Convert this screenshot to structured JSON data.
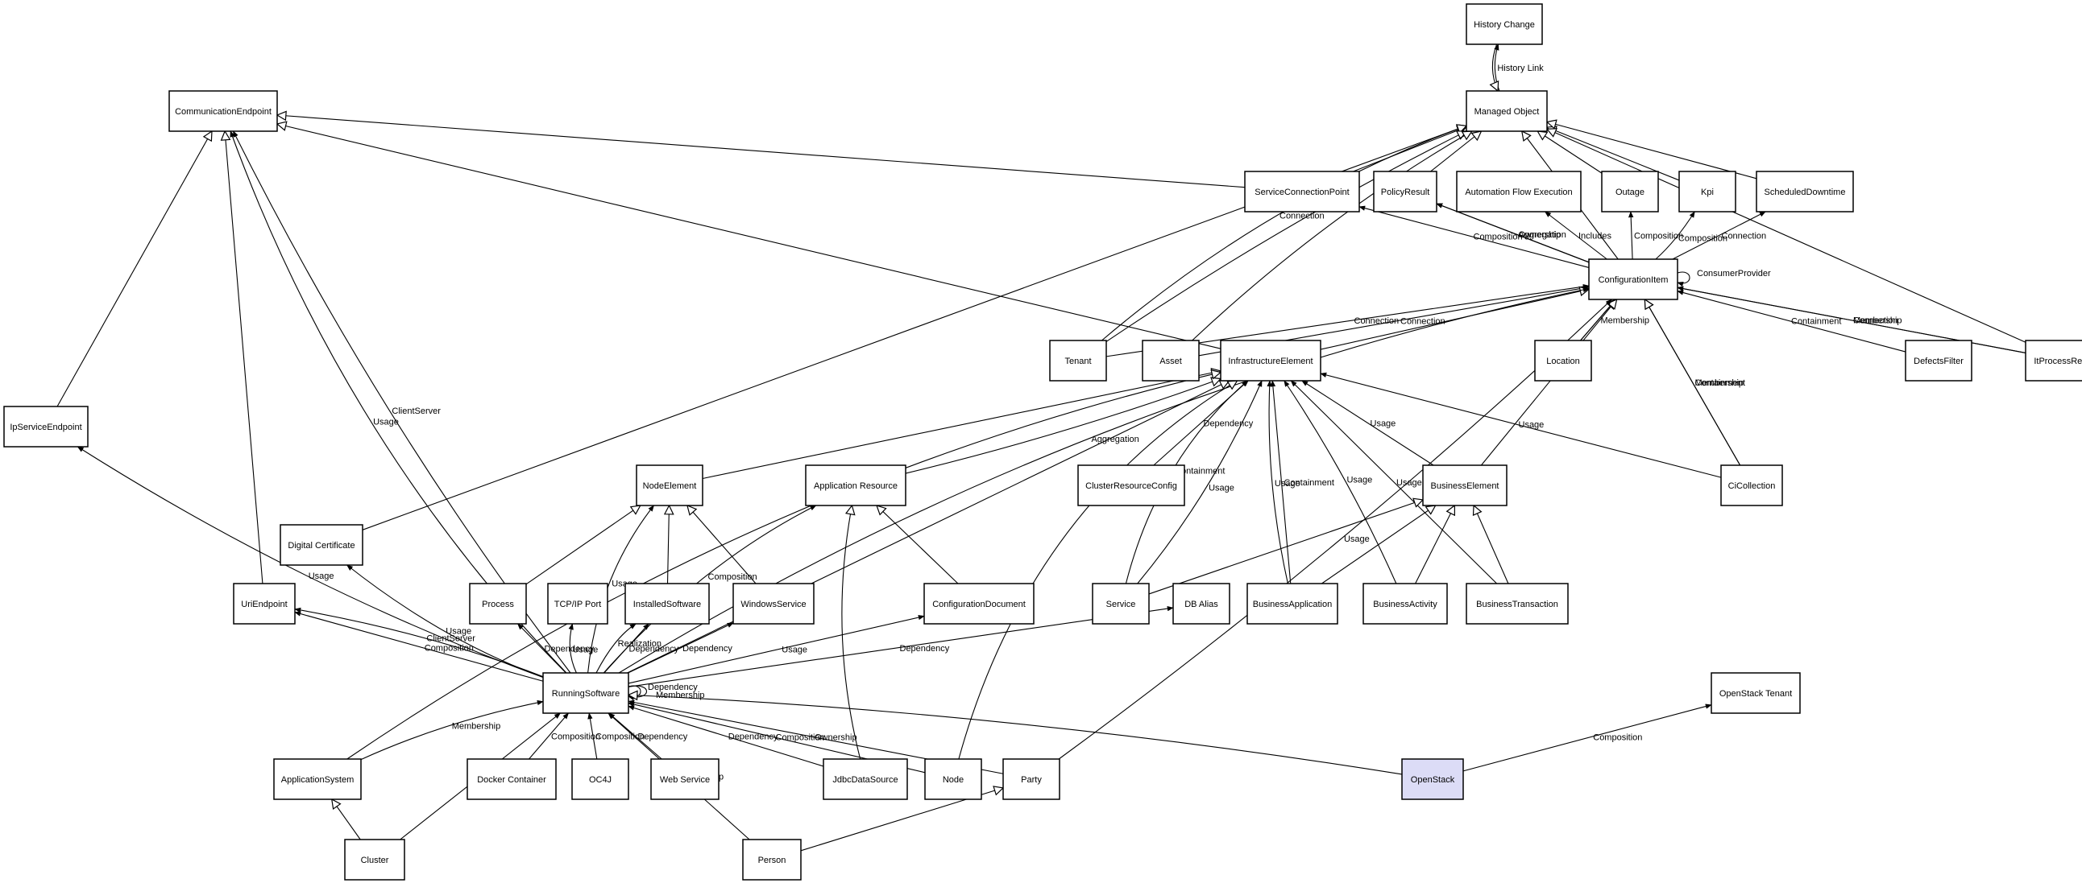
{
  "nodes": [
    {
      "id": "history_change",
      "label": "History Change"
    },
    {
      "id": "managed_object",
      "label": "Managed Object"
    },
    {
      "id": "communication_endpoint",
      "label": "CommunicationEndpoint"
    },
    {
      "id": "service_connection_point",
      "label": "ServiceConnectionPoint"
    },
    {
      "id": "policy_result",
      "label": "PolicyResult"
    },
    {
      "id": "automation_flow_execution",
      "label": "Automation Flow Execution"
    },
    {
      "id": "outage",
      "label": "Outage"
    },
    {
      "id": "kpi",
      "label": "Kpi"
    },
    {
      "id": "scheduled_downtime",
      "label": "ScheduledDowntime"
    },
    {
      "id": "configuration_item",
      "label": "ConfigurationItem"
    },
    {
      "id": "tenant",
      "label": "Tenant"
    },
    {
      "id": "asset",
      "label": "Asset"
    },
    {
      "id": "infrastructure_element",
      "label": "InfrastructureElement"
    },
    {
      "id": "location",
      "label": "Location"
    },
    {
      "id": "defects_filter",
      "label": "DefectsFilter"
    },
    {
      "id": "it_process_record",
      "label": "ItProcessRecord"
    },
    {
      "id": "ip_service_endpoint",
      "label": "IpServiceEndpoint"
    },
    {
      "id": "node_element",
      "label": "NodeElement"
    },
    {
      "id": "application_resource",
      "label": "Application Resource"
    },
    {
      "id": "cluster_resource_config",
      "label": "ClusterResourceConfig"
    },
    {
      "id": "business_element",
      "label": "BusinessElement"
    },
    {
      "id": "ci_collection",
      "label": "CiCollection"
    },
    {
      "id": "digital_certificate",
      "label": "Digital Certificate"
    },
    {
      "id": "uri_endpoint",
      "label": "UriEndpoint"
    },
    {
      "id": "process",
      "label": "Process"
    },
    {
      "id": "tcp_ip_port",
      "label": "TCP/IP Port"
    },
    {
      "id": "installed_software",
      "label": "InstalledSoftware"
    },
    {
      "id": "windows_service",
      "label": "WindowsService"
    },
    {
      "id": "configuration_document",
      "label": "ConfigurationDocument"
    },
    {
      "id": "service",
      "label": "Service"
    },
    {
      "id": "db_alias",
      "label": "DB Alias"
    },
    {
      "id": "business_application",
      "label": "BusinessApplication"
    },
    {
      "id": "business_activity",
      "label": "BusinessActivity"
    },
    {
      "id": "business_transaction",
      "label": "BusinessTransaction"
    },
    {
      "id": "running_software",
      "label": "RunningSoftware"
    },
    {
      "id": "openstack_tenant",
      "label": "OpenStack Tenant"
    },
    {
      "id": "application_system",
      "label": "ApplicationSystem"
    },
    {
      "id": "docker_container",
      "label": "Docker Container"
    },
    {
      "id": "oc4j",
      "label": "OC4J"
    },
    {
      "id": "web_service",
      "label": "Web Service"
    },
    {
      "id": "jdbc_data_source",
      "label": "JdbcDataSource"
    },
    {
      "id": "node",
      "label": "Node"
    },
    {
      "id": "party",
      "label": "Party"
    },
    {
      "id": "openstack",
      "label": "OpenStack",
      "highlight": true
    },
    {
      "id": "cluster",
      "label": "Cluster"
    },
    {
      "id": "person",
      "label": "Person"
    }
  ],
  "edges": [
    {
      "from": "managed_object",
      "to": "history_change",
      "label": "History Link"
    },
    {
      "from": "history_change",
      "to": "managed_object"
    },
    {
      "from": "service_connection_point",
      "to": "communication_endpoint"
    },
    {
      "from": "infrastructure_element",
      "to": "communication_endpoint"
    },
    {
      "from": "ip_service_endpoint",
      "to": "communication_endpoint"
    },
    {
      "from": "uri_endpoint",
      "to": "communication_endpoint"
    },
    {
      "from": "running_software",
      "to": "communication_endpoint",
      "label": "Usage"
    },
    {
      "from": "running_software",
      "to": "communication_endpoint",
      "label": "ClientServer"
    },
    {
      "from": "digital_certificate",
      "to": "managed_object"
    },
    {
      "from": "service_connection_point",
      "to": "managed_object"
    },
    {
      "from": "policy_result",
      "to": "managed_object"
    },
    {
      "from": "outage",
      "to": "managed_object"
    },
    {
      "from": "kpi",
      "to": "managed_object"
    },
    {
      "from": "scheduled_downtime",
      "to": "managed_object"
    },
    {
      "from": "configuration_item",
      "to": "managed_object"
    },
    {
      "from": "tenant",
      "to": "managed_object",
      "label": "Connection"
    },
    {
      "from": "tenant",
      "to": "managed_object"
    },
    {
      "from": "asset",
      "to": "managed_object"
    },
    {
      "from": "it_process_record",
      "to": "managed_object"
    },
    {
      "from": "configuration_item",
      "to": "service_connection_point",
      "label": "Composition"
    },
    {
      "from": "configuration_item",
      "to": "policy_result",
      "label": "Ownership"
    },
    {
      "from": "configuration_item",
      "to": "policy_result",
      "label": "Aggregation"
    },
    {
      "from": "configuration_item",
      "to": "automation_flow_execution",
      "label": "Includes"
    },
    {
      "from": "configuration_item",
      "to": "outage",
      "label": "Composition"
    },
    {
      "from": "configuration_item",
      "to": "kpi",
      "label": "Composition"
    },
    {
      "from": "configuration_item",
      "to": "scheduled_downtime",
      "label": "Connection"
    },
    {
      "from": "configuration_item",
      "to": "configuration_item",
      "label": "ConsumerProvider"
    },
    {
      "from": "tenant",
      "to": "configuration_item",
      "label": "Connection"
    },
    {
      "from": "asset",
      "to": "configuration_item",
      "label": "Connection"
    },
    {
      "from": "infrastructure_element",
      "to": "configuration_item"
    },
    {
      "from": "location",
      "to": "configuration_item",
      "label": "Membership"
    },
    {
      "from": "location",
      "to": "configuration_item"
    },
    {
      "from": "defects_filter",
      "to": "configuration_item",
      "label": "Containment"
    },
    {
      "from": "it_process_record",
      "to": "configuration_item",
      "label": "Connection"
    },
    {
      "from": "it_process_record",
      "to": "configuration_item",
      "label": "Membership"
    },
    {
      "from": "ci_collection",
      "to": "configuration_item",
      "label": "Containment"
    },
    {
      "from": "ci_collection",
      "to": "configuration_item",
      "label": "Membership"
    },
    {
      "from": "business_element",
      "to": "configuration_item"
    },
    {
      "from": "running_software",
      "to": "configuration_item",
      "label": "Aggregation"
    },
    {
      "from": "party",
      "to": "configuration_item",
      "label": "Usage"
    },
    {
      "from": "running_software",
      "to": "infrastructure_element"
    },
    {
      "from": "node_element",
      "to": "infrastructure_element"
    },
    {
      "from": "application_resource",
      "to": "infrastructure_element"
    },
    {
      "from": "service",
      "to": "infrastructure_element",
      "label": "Containment"
    },
    {
      "from": "service",
      "to": "infrastructure_element",
      "label": "Usage"
    },
    {
      "from": "cluster_resource_config",
      "to": "infrastructure_element",
      "label": "Dependency"
    },
    {
      "from": "business_application",
      "to": "infrastructure_element",
      "label": "Containment"
    },
    {
      "from": "business_application",
      "to": "infrastructure_element",
      "label": "Usage"
    },
    {
      "from": "business_activity",
      "to": "infrastructure_element",
      "label": "Usage"
    },
    {
      "from": "business_element",
      "to": "infrastructure_element",
      "label": "Usage"
    },
    {
      "from": "business_transaction",
      "to": "infrastructure_element",
      "label": "Usage"
    },
    {
      "from": "ci_collection",
      "to": "infrastructure_element",
      "label": "Usage"
    },
    {
      "from": "application_system",
      "to": "infrastructure_element"
    },
    {
      "from": "node",
      "to": "infrastructure_element"
    },
    {
      "from": "service",
      "to": "business_element"
    },
    {
      "from": "business_application",
      "to": "business_element"
    },
    {
      "from": "business_activity",
      "to": "business_element"
    },
    {
      "from": "business_transaction",
      "to": "business_element"
    },
    {
      "from": "process",
      "to": "node_element"
    },
    {
      "from": "installed_software",
      "to": "node_element"
    },
    {
      "from": "windows_service",
      "to": "node_element"
    },
    {
      "from": "running_software",
      "to": "node_element",
      "label": "Usage"
    },
    {
      "from": "configuration_document",
      "to": "application_resource"
    },
    {
      "from": "running_software",
      "to": "application_resource",
      "label": "Composition"
    },
    {
      "from": "jdbc_data_source",
      "to": "application_resource"
    },
    {
      "from": "running_software",
      "to": "ip_service_endpoint",
      "label": "Usage"
    },
    {
      "from": "running_software",
      "to": "digital_certificate",
      "label": "Usage"
    },
    {
      "from": "running_software",
      "to": "uri_endpoint",
      "label": "Composition"
    },
    {
      "from": "running_software",
      "to": "uri_endpoint",
      "label": "ClientServer"
    },
    {
      "from": "running_software",
      "to": "process",
      "label": "Dependency"
    },
    {
      "from": "running_software",
      "to": "tcp_ip_port",
      "label": "Usage"
    },
    {
      "from": "running_software",
      "to": "installed_software",
      "label": "Dependency"
    },
    {
      "from": "running_software",
      "to": "installed_software",
      "label": "Realization"
    },
    {
      "from": "running_software",
      "to": "windows_service",
      "label": "Dependency"
    },
    {
      "from": "running_software",
      "to": "configuration_document",
      "label": "Usage"
    },
    {
      "from": "running_software",
      "to": "db_alias",
      "label": "Dependency"
    },
    {
      "from": "running_software",
      "to": "running_software",
      "label": "Dependency"
    },
    {
      "from": "running_software",
      "to": "running_software",
      "label": "Membership"
    },
    {
      "from": "application_system",
      "to": "running_software",
      "label": "Membership"
    },
    {
      "from": "cluster",
      "to": "running_software",
      "label": "Membership"
    },
    {
      "from": "docker_container",
      "to": "running_software",
      "label": "Composition"
    },
    {
      "from": "oc4j",
      "to": "running_software",
      "label": "Composition"
    },
    {
      "from": "web_service",
      "to": "running_software",
      "label": "Dependency"
    },
    {
      "from": "jdbc_data_source",
      "to": "running_software",
      "label": "Dependency"
    },
    {
      "from": "node",
      "to": "running_software",
      "label": "Composition"
    },
    {
      "from": "party",
      "to": "running_software",
      "label": "Ownership"
    },
    {
      "from": "person",
      "to": "running_software",
      "label": "Ownership"
    },
    {
      "from": "openstack",
      "to": "running_software"
    },
    {
      "from": "cluster",
      "to": "application_system"
    },
    {
      "from": "person",
      "to": "party"
    },
    {
      "from": "openstack",
      "to": "openstack_tenant",
      "label": "Composition"
    }
  ]
}
